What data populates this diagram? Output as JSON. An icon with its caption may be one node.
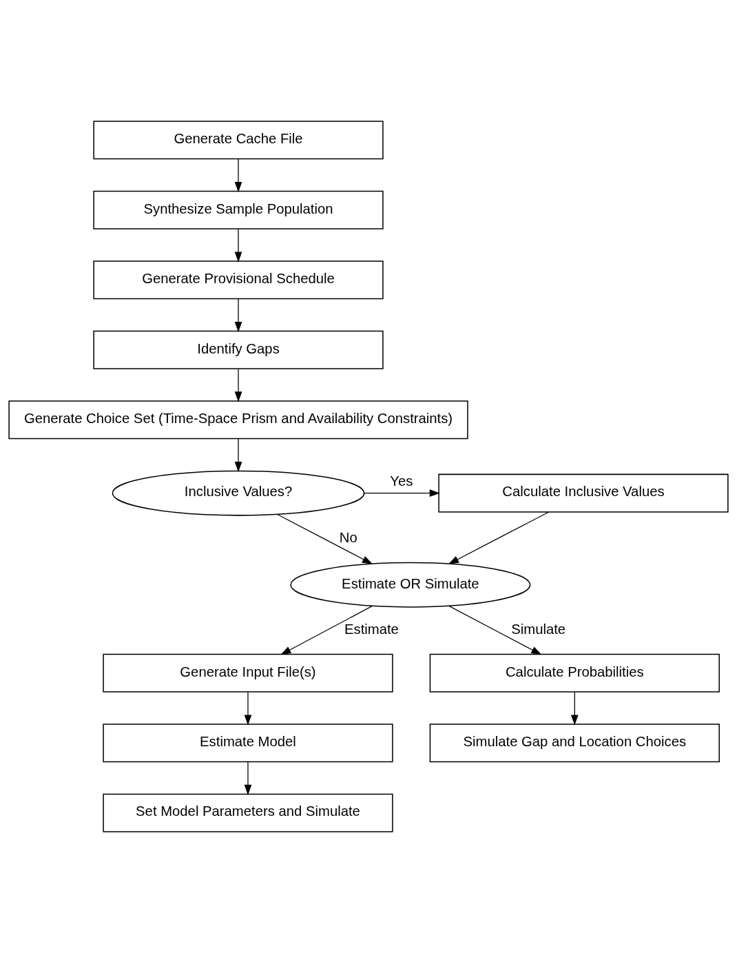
{
  "diagram": {
    "nodes": [
      {
        "text": [
          "Generate Cache File"
        ]
      },
      {
        "text": [
          "Synthesize Sample Population"
        ]
      },
      {
        "text": [
          "Generate Provisional Schedule"
        ]
      },
      {
        "text": [
          "Identify Gaps"
        ]
      },
      {
        "text": [
          "Generate Choice Set (Time-Space Prism and Availability Constraints)"
        ]
      },
      {
        "text": [
          "Inclusive Values?"
        ]
      },
      {
        "text": [
          "Calculate Inclusive Values"
        ]
      },
      {
        "text": [
          "Estimate OR Simulate"
        ]
      },
      {
        "text": [
          "Generate Input File(s)"
        ]
      },
      {
        "text": [
          "Estimate Model"
        ]
      },
      {
        "text": [
          "Set Model Parameters and Simulate"
        ]
      },
      {
        "text": [
          "Calculate Probabilities"
        ]
      },
      {
        "text": [
          "Simulate Gap and Location Choices"
        ]
      }
    ],
    "edges": [
      {
        "from": 0,
        "to": 1,
        "arrow": "to"
      },
      {
        "from": 1,
        "to": 2,
        "arrow": "to"
      },
      {
        "from": 2,
        "to": 3,
        "arrow": "to"
      },
      {
        "from": 3,
        "to": 4,
        "arrow": "to"
      },
      {
        "from": 4,
        "to": 5,
        "arrow": "to"
      },
      {
        "from": 5,
        "to": 6,
        "arrow": "to",
        "label": "Yes"
      },
      {
        "from": 5,
        "to": 7,
        "arrow": "to",
        "label": "No"
      },
      {
        "from": 6,
        "to": 7,
        "arrow": "to"
      },
      {
        "from": 7,
        "to": 8,
        "arrow": "to",
        "label": "Estimate"
      },
      {
        "from": 7,
        "to": 11,
        "arrow": "to",
        "label": "Simulate"
      },
      {
        "from": 8,
        "to": 9,
        "arrow": "to"
      },
      {
        "from": 9,
        "to": 10,
        "arrow": "to"
      },
      {
        "from": 11,
        "to": 12,
        "arrow": "to"
      }
    ]
  }
}
